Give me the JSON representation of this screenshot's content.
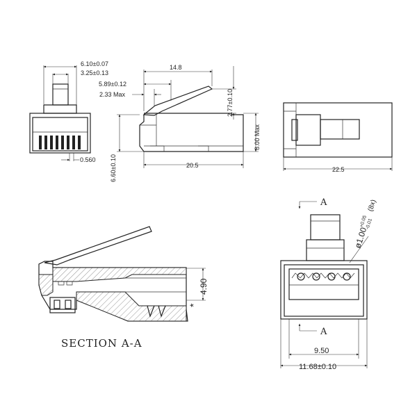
{
  "dims": {
    "front_width": "6.10±0.07",
    "front_inner": "3.25±0.13",
    "front_bottom": "0.560",
    "side_top": "14.8",
    "side_latch1": "5.89±0.12",
    "side_latch2": "2.33 Max",
    "side_offset": "2.77±0.10",
    "side_height": "8.00 Max",
    "side_bottom_height": "6.60±0.10",
    "side_length": "20.5",
    "top_length": "22.5",
    "section_height": "4.90",
    "section_mark": "*",
    "end_pin": "ø1.00",
    "end_pin_tol_plus": "+0.05",
    "end_pin_tol_minus": "-0.01",
    "end_pin_count": "(8x)",
    "end_inner_width": "9.50",
    "end_outer_width": "11.68±0.10"
  },
  "labels": {
    "section_title": "SECTION A-A",
    "section_a_top": "A",
    "section_a_bottom": "A"
  }
}
